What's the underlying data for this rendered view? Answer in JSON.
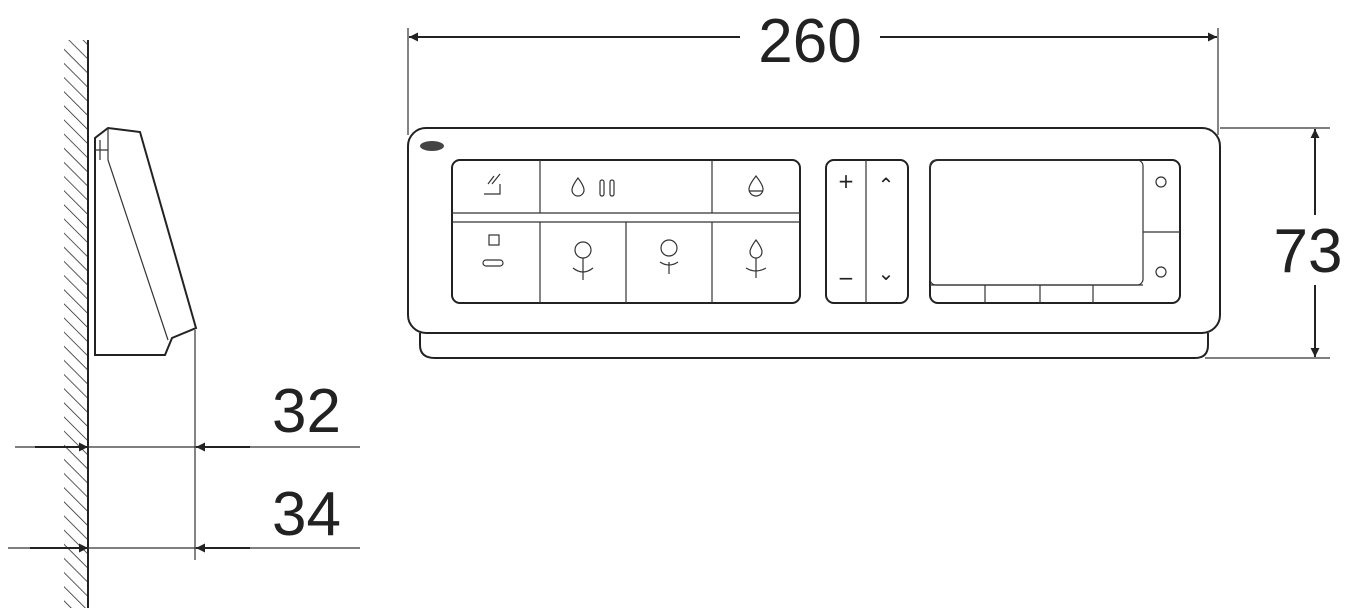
{
  "dimensions": {
    "width": "260",
    "height": "73",
    "depth_top": "32",
    "depth_bottom": "34"
  },
  "controls": {
    "plus": "+",
    "minus": "−",
    "up": "⌃",
    "down": "⌄"
  },
  "colors": {
    "line": "#222222",
    "background": "#ffffff"
  }
}
